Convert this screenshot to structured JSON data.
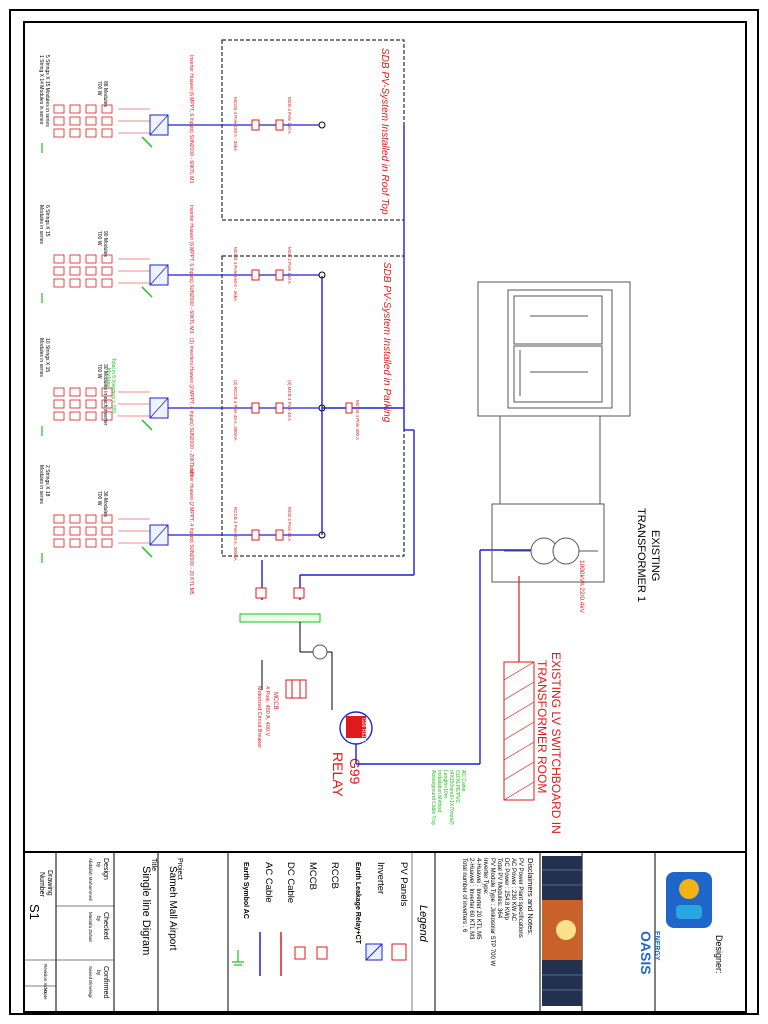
{
  "designer_label": "Designer:",
  "logo": {
    "word1": "ENERGY",
    "word2": "OASIS"
  },
  "notes": {
    "title": "Disclaimers and Notes:",
    "lines": [
      "PV Power Plant specifications",
      "AC Power : 230 KW AC",
      "DC Power : 254.8 KWp",
      "Total PV Modules: 364",
      "PV Module Type : Jinkosolar STP 700 W",
      "Inverter Type:",
      "4-Huawei : Inverter 20 KTL M5",
      "2-Huawei : Inverter 60 KTL M3",
      "Total number of inverters : 6"
    ]
  },
  "legend": {
    "title": "Legend",
    "items": [
      "PV Panels",
      "Inverter",
      "Earth Leakage Relay+CT",
      "RCCB",
      "MCCB",
      "DC Cable",
      "AC Cable",
      "Earth Symbol AC"
    ]
  },
  "title_block": {
    "project_label": "Project",
    "project": "Sameh Mall Airport",
    "title_label": "Title",
    "title": "Single line Digram",
    "design_label": "Design",
    "design_by": "by",
    "design_name": "Abdallah Mohammed",
    "checked_label": "Checked",
    "checked_by": "by",
    "checked_name": "Mustafa Zuhair",
    "confirmed_label": "Confirmed",
    "confirmed_by": "by",
    "confirmed_name": "Saeed Elmelegi",
    "drawing_label": "Drawing",
    "number_label": "Number",
    "drawing_no": "S1",
    "revision_label": "Revision Index",
    "date_label": "Date"
  },
  "sdb_roof": "SDB PV-System Installed in Roof Top",
  "sdb_parking": "SDB PV-System Installed in Parking",
  "arrays": [
    {
      "modules": "88 Modules",
      "power": "700 W",
      "strings": "5 Strings X 15 Modules in series",
      "strings2": "1 String X 14 Modules in series",
      "inverter": "Inverter Huawei (6 MPPT, 6 Inputs) SUN2000 - 60KTL M3"
    },
    {
      "modules": "90 Modules",
      "power": "700 W",
      "strings": "6 Strings X 15",
      "strings2": "Modules in series",
      "inverter": "Inverter Huawei (6 MPPT, 6 Inputs) SUN2000 - 60KTL M3"
    },
    {
      "modules": "30 Modules in each inverter",
      "power": "700 W",
      "strings": "10 Strings X 15",
      "strings2": "Modules in series",
      "inverter": "(3) Inverters Huawei (2 MPPT, 4 Inputs) SUN2000 - 20KTL M5",
      "total": "Total in 5 Inverters = 150",
      "total2": "Modules"
    },
    {
      "modules": "36 Modules",
      "power": "700 W",
      "strings": "2 Strings X 18",
      "strings2": "Modules in series",
      "inverter": "Inverter Huawei (2 MPPT, 4 Inputs) SUN2000 - 20 KTL M5"
    }
  ],
  "breakers": [
    {
      "mccb": "MCCB 4 Pole 160 A - 36kA",
      "mcb": "MCB 4 Pole 160 A"
    },
    {
      "mccb": "MCCB 4 Pole 160 A - 36kA",
      "mcb": "MCB 4 Pole 160 A"
    },
    {
      "mccb": "(3) RCCB 4 Pole 40 A, 300mA",
      "mcb": "(3) MCB 4 Pole 40 A"
    },
    {
      "mccb": "RCCB 4 Pole 40 A, 300mA",
      "mcb": "MCB 4 Pole 40 A"
    }
  ],
  "main_mccb": "MCCB 4 Pole 300 A",
  "lower_mccb": {
    "label": "MCCB",
    "line1": "4 Pole, 450 A, 400 V",
    "line2": "Motorized Circuit Breaker"
  },
  "relay": {
    "badge": "G99 RELAY",
    "label1": "G99",
    "label2": "RELAY"
  },
  "transformer": {
    "title1": "EXISTING",
    "title2": "TRANSFORMER 1",
    "rating": "1000kVA 22/0.4kV"
  },
  "switchboard": {
    "title1": "EXISTING LV SWITCHBOARD IN",
    "title2": "TRANSFORMER ROOM"
  },
  "ac_cable": [
    "AC Cable",
    "CU/XLPE/PVC",
    "(4X150mm2+1X70mm2)",
    "Length=10m",
    "Installation Method",
    "Aboveground Cable Tray"
  ],
  "colors": {
    "ac": "#1f1fd6",
    "dc": "#e01a1a",
    "green": "#19c019",
    "frame": "#000000",
    "meter": "#555555"
  }
}
